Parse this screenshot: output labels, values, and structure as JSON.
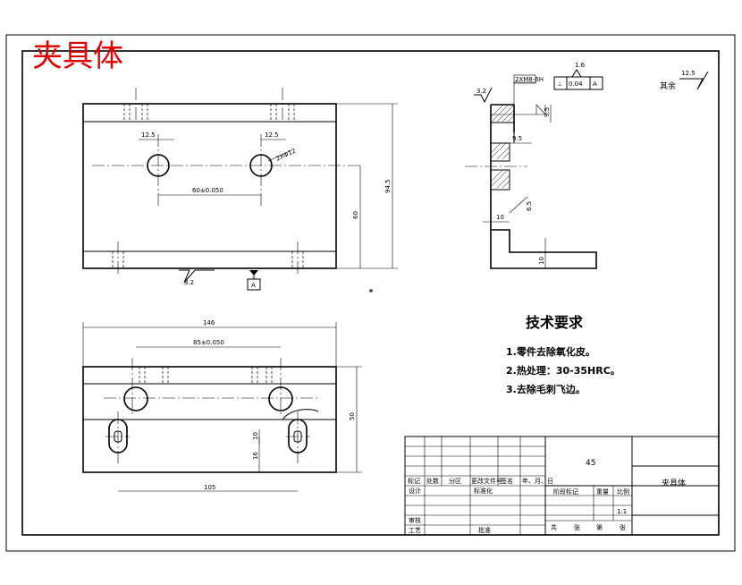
{
  "title": "夹具体",
  "technical_requirements": {
    "heading": "技术要求",
    "items": [
      "1.零件去除氧化皮。",
      "2.热处理：30-35HRC。",
      "3.去除毛刺飞边。"
    ]
  },
  "top_view": {
    "dim_hole_left": "12.5",
    "dim_hole_right": "12.5",
    "dim_diameter": "2XΦ12",
    "dim_spacing": "60±0.050",
    "dim_height_inner": "60",
    "dim_height_total": "94.5",
    "roughness": "3.2",
    "datum": "A"
  },
  "front_view": {
    "dim_length": "146",
    "dim_spacing": "85±0.050",
    "dim_slot": "10",
    "dim_slot_offset": "16",
    "dim_height": "50",
    "dim_bottom": "105"
  },
  "section_view": {
    "roughness_left": "3.2",
    "thread": "2XM8-6H",
    "tolerance_value": "0.04",
    "tolerance_datum": "A",
    "tolerance_roughness": "1.6",
    "dim_depth": "9.5",
    "dim_inner": "9.5",
    "dim_thread": "6.5",
    "dim_wall": "10",
    "dim_base": "10",
    "other_roughness_label": "其余",
    "other_roughness_value": "12.5"
  },
  "title_block": {
    "material": "45",
    "part_name": "夹具体",
    "row_headers": [
      "标记",
      "处数",
      "分区",
      "更改文件号",
      "签名",
      "年、月、日"
    ],
    "design": "设计",
    "standardization": "标准化",
    "review": "审核",
    "process": "工艺",
    "approve": "批准",
    "stage_mark": "阶段标记",
    "weight": "重量",
    "scale": "比例",
    "scale_value": "1:1",
    "sheets": [
      "共",
      "张",
      "第",
      "张"
    ]
  }
}
